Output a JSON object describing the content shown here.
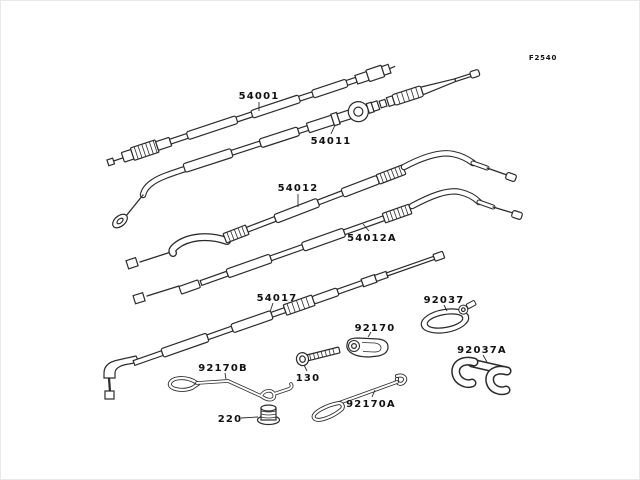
{
  "diagram": {
    "fiche_code": "F2540",
    "colors": {
      "line": "#2b2b2b",
      "background": "#ffffff",
      "text": "#111111"
    },
    "labels": {
      "p54001": "54001",
      "p54011": "54011",
      "p54012": "54012",
      "p54012a": "54012A",
      "p54017": "54017",
      "p92037": "92037",
      "p92170": "92170",
      "p92037a": "92037A",
      "p92170b": "92170B",
      "p130": "130",
      "p220": "220",
      "p92170a": "92170A"
    }
  }
}
